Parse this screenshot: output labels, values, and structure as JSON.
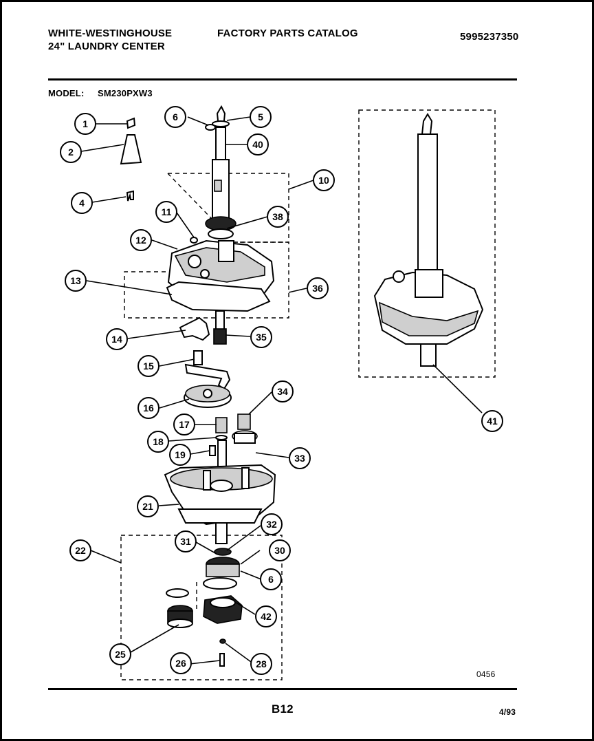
{
  "header": {
    "brand": "WHITE-WESTINGHOUSE",
    "product": "24\" LAUNDRY CENTER",
    "catalog": "FACTORY PARTS CATALOG",
    "part_number": "5995237350"
  },
  "model": {
    "label": "MODEL:",
    "value": "SM230PXW3"
  },
  "callouts": [
    "1",
    "2",
    "4",
    "5",
    "6",
    "6",
    "10",
    "11",
    "12",
    "13",
    "14",
    "15",
    "16",
    "17",
    "18",
    "19",
    "21",
    "22",
    "25",
    "26",
    "28",
    "30",
    "31",
    "32",
    "33",
    "34",
    "35",
    "36",
    "38",
    "40",
    "41",
    "42"
  ],
  "footer": {
    "drawing_number": "0456",
    "page": "B12",
    "date": "4/93"
  }
}
